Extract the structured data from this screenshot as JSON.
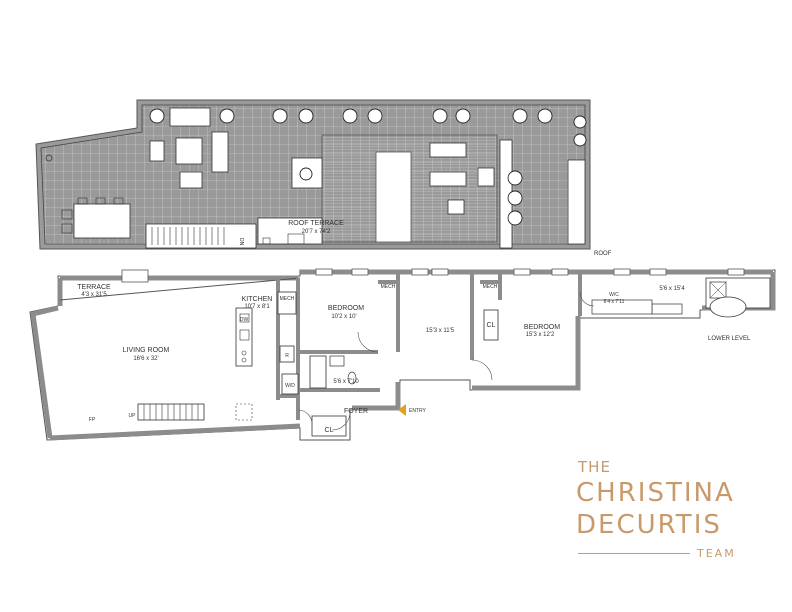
{
  "levels": {
    "roof": "ROOF",
    "lower": "LOWER LEVEL"
  },
  "rooms": {
    "roof_terrace": {
      "name": "ROOF TERRACE",
      "dims": "20'7 x 74'2"
    },
    "terrace": {
      "name": "TERRACE",
      "dims": "4'3 x 31'5"
    },
    "living_room": {
      "name": "LIVING ROOM",
      "dims": "16'6 x 32'"
    },
    "kitchen": {
      "name": "KITCHEN",
      "dims": "10'7 x 8'1"
    },
    "bedroom_1": {
      "name": "BEDROOM",
      "dims": "10'2 x 10'"
    },
    "room_mid": {
      "dims": "15'3 x 11'5"
    },
    "bedroom_2": {
      "name": "BEDROOM",
      "dims": "15'3 x 12'2"
    },
    "wic": {
      "name": "W/C",
      "dims": "6'4 x 7'11"
    },
    "bath_master": {
      "dims": "5'6 x 15'4"
    },
    "bath_hall": {
      "dims": "5'6 x 7'10"
    },
    "foyer": {
      "name": "FOYER"
    }
  },
  "fixtures": {
    "mech_a": "MECH",
    "mech_b": "MECH",
    "mech_c": "MECH",
    "dw": "DW",
    "fridge": "R",
    "wd": "W/D",
    "closet_a": "CL",
    "closet_b": "CL",
    "fireplace": "FP",
    "stair_up": "UP",
    "stair_dn": "DN",
    "entry": "ENTRY"
  },
  "brand": {
    "the": "THE",
    "line1": "CHRISTINA",
    "line2": "DECURTIS",
    "team": "TEAM"
  },
  "colors": {
    "wall": "#8c8c8c",
    "line": "#333333",
    "brand": "#c89a6b",
    "entry_arrow": "#e0a020"
  }
}
